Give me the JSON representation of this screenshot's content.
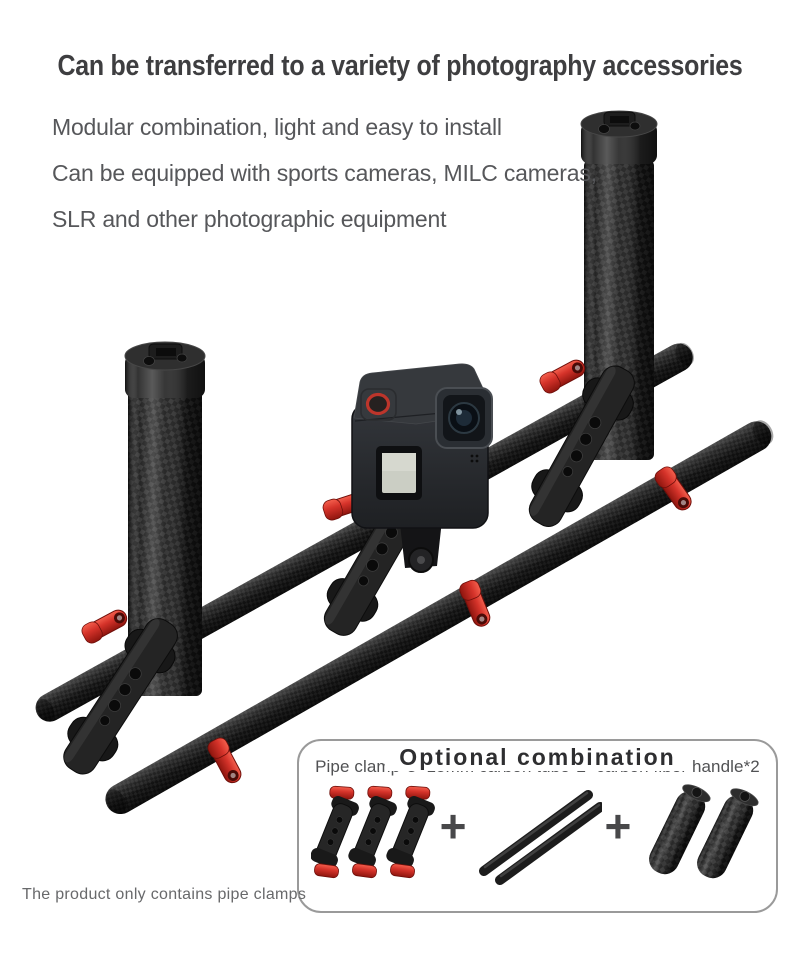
{
  "header": {
    "title": "Can be transferred to a variety of photography accessories"
  },
  "description": {
    "line1": "Modular combination, light and easy to install",
    "line2": "Can be equipped with sports cameras, MILC cameras,",
    "line3": "SLR and other photographic equipment"
  },
  "optional_box": {
    "title": "Optional combination",
    "caption": "Pipe clamp*3+15mm carbon tube*2+carbon fiber handle*2",
    "plus": "+",
    "items": [
      "pipe-clamp-x3",
      "15mm-carbon-tube-x2",
      "carbon-fiber-handle-x2"
    ]
  },
  "footnote": "The product only contains pipe clamps",
  "colors": {
    "accent_red": "#d5332a",
    "title_text": "#3e3e40",
    "body_text": "#56575a",
    "box_border": "#9a9a9a"
  }
}
